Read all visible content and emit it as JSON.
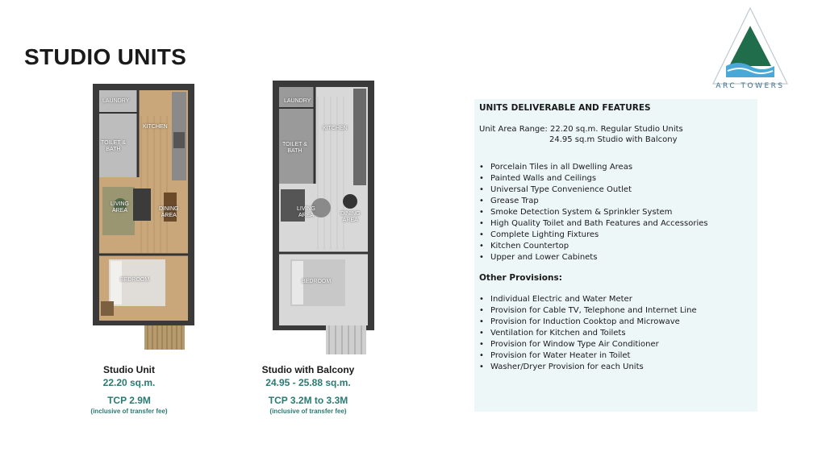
{
  "page": {
    "title": "STUDIO UNITS"
  },
  "logo": {
    "text": "ARC TOWERS",
    "colors": {
      "mountain": "#1f6d4a",
      "water": "#4aa8d8",
      "outline": "#bfc9cf"
    }
  },
  "plans": [
    {
      "rooms": {
        "laundry": "LAUNDRY",
        "kitchen": "KITCHEN",
        "toilet": "TOILET &\nBATH",
        "living": "LIVING\nAREA",
        "dining": "DINING\nAREA",
        "bedroom": "BEDROOM"
      },
      "caption": {
        "name": "Studio Unit",
        "area": "22.20 sq.m.",
        "tcp": "TCP 2.9M",
        "note": "(inclusive of transfer fee)"
      }
    },
    {
      "rooms": {
        "laundry": "LAUNDRY",
        "kitchen": "KITCHEN",
        "toilet": "TOILET &\nBATH",
        "living": "LIVING\nAREA",
        "dining": "DINING\nAREA",
        "bedroom": "BEDROOM"
      },
      "caption": {
        "name": "Studio with Balcony",
        "area": "24.95 - 25.88 sq.m.",
        "tcp": "TCP 3.2M to 3.3M",
        "note": "(inclusive of transfer fee)"
      }
    }
  ],
  "features_panel": {
    "heading": "UNITS DELIVERABLE AND FEATURES",
    "range_line1": "Unit Area Range: 22.20 sq.m. Regular Studio Units",
    "range_line2": "24.95 sq.m Studio with Balcony",
    "features": [
      "Porcelain Tiles in all Dwelling Areas",
      "Painted Walls and Ceilings",
      "Universal Type Convenience Outlet",
      "Grease Trap",
      "Smoke Detection System & Sprinkler System",
      "High Quality Toilet and Bath Features and Accessories",
      "Complete Lighting Fixtures",
      "Kitchen Countertop",
      "Upper and Lower Cabinets"
    ],
    "other_heading": "Other Provisions:",
    "provisions": [
      "Individual Electric and Water Meter",
      "Provision for Cable TV, Telephone and Internet Line",
      "Provision for Induction Cooktop and Microwave",
      "Ventilation for Kitchen and Toilets",
      "Provision for Window Type Air Conditioner",
      "Provision for Water Heater in Toilet",
      "Washer/Dryer Provision for each Units"
    ]
  },
  "colors": {
    "accent_teal": "#2b7a72",
    "panel_bg": "#eef7f8"
  }
}
